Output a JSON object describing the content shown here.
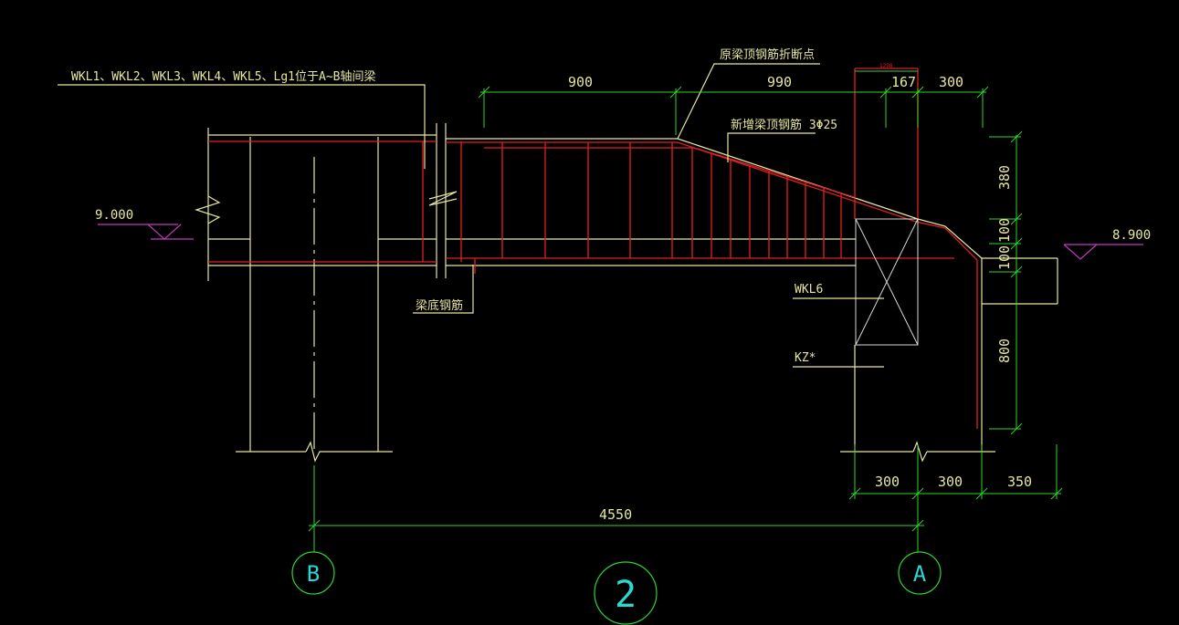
{
  "colors": {
    "background": "#000000",
    "concrete": "#e6e6a0",
    "rebar": "#e02020",
    "dimension": "#2fd42f",
    "elevation_mark": "#c03ac0",
    "axis_bubble_text": "#2ad6d6"
  },
  "labels": {
    "beam_list": "WKL1、WKL2、WKL3、WKL4、WKL5、Lg1位于A~B轴间梁",
    "top_bar_break_point": "原梁顶钢筋折断点",
    "new_top_bar": "新增梁顶钢筋 3Φ25",
    "bottom_bar": "梁底钢筋",
    "beam_wkl6": "WKL6",
    "column_kz": "KZ*"
  },
  "elevations": {
    "left": "9.000",
    "right": "8.900"
  },
  "dimensions": {
    "top_900": "900",
    "top_990": "990",
    "top_167": "167",
    "top_300": "300",
    "small_1298": "1298",
    "right_380": "380",
    "right_100a": "100",
    "right_100b": "100",
    "right_800": "800",
    "bottom_300a": "300",
    "bottom_300b": "300",
    "bottom_350": "350",
    "axis_span": "4550"
  },
  "axes": {
    "left": "B",
    "right": "A"
  },
  "detail_number": "2"
}
